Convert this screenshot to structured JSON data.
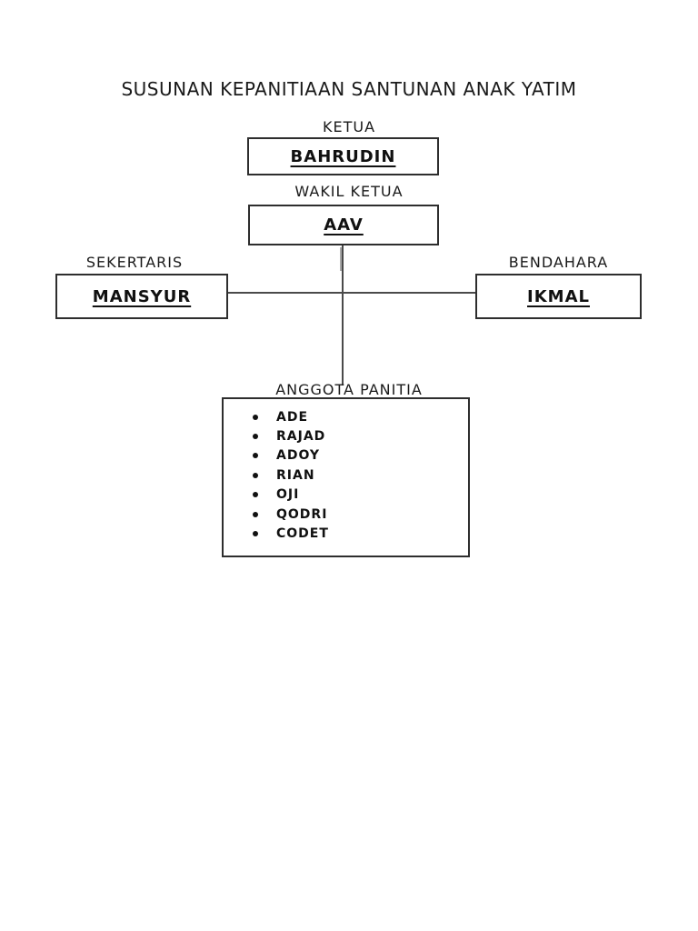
{
  "page": {
    "title": "SUSUNAN KEPANITIAAN SANTUNAN ANAK YATIM"
  },
  "chart": {
    "ketua": {
      "label": "KETUA",
      "name": "BAHRUDIN"
    },
    "wakil_ketua": {
      "label": "WAKIL KETUA",
      "name": "AAV"
    },
    "sekertaris": {
      "label": "SEKERTARIS",
      "name": "MANSYUR"
    },
    "bendahara": {
      "label": "BENDAHARA",
      "name": "IKMAL"
    },
    "anggota": {
      "label": "ANGGOTA PANITIA",
      "members": [
        "ADE",
        "RAJAD",
        "ADOY",
        "RIAN",
        "OJI",
        "QODRI",
        "CODET"
      ]
    }
  },
  "colors": {
    "text": "#1a1a1a",
    "border": "#2e2e2e",
    "line": "#4a4a4a",
    "line_light": "#a9a9a9",
    "page_background": "#ffffff"
  }
}
